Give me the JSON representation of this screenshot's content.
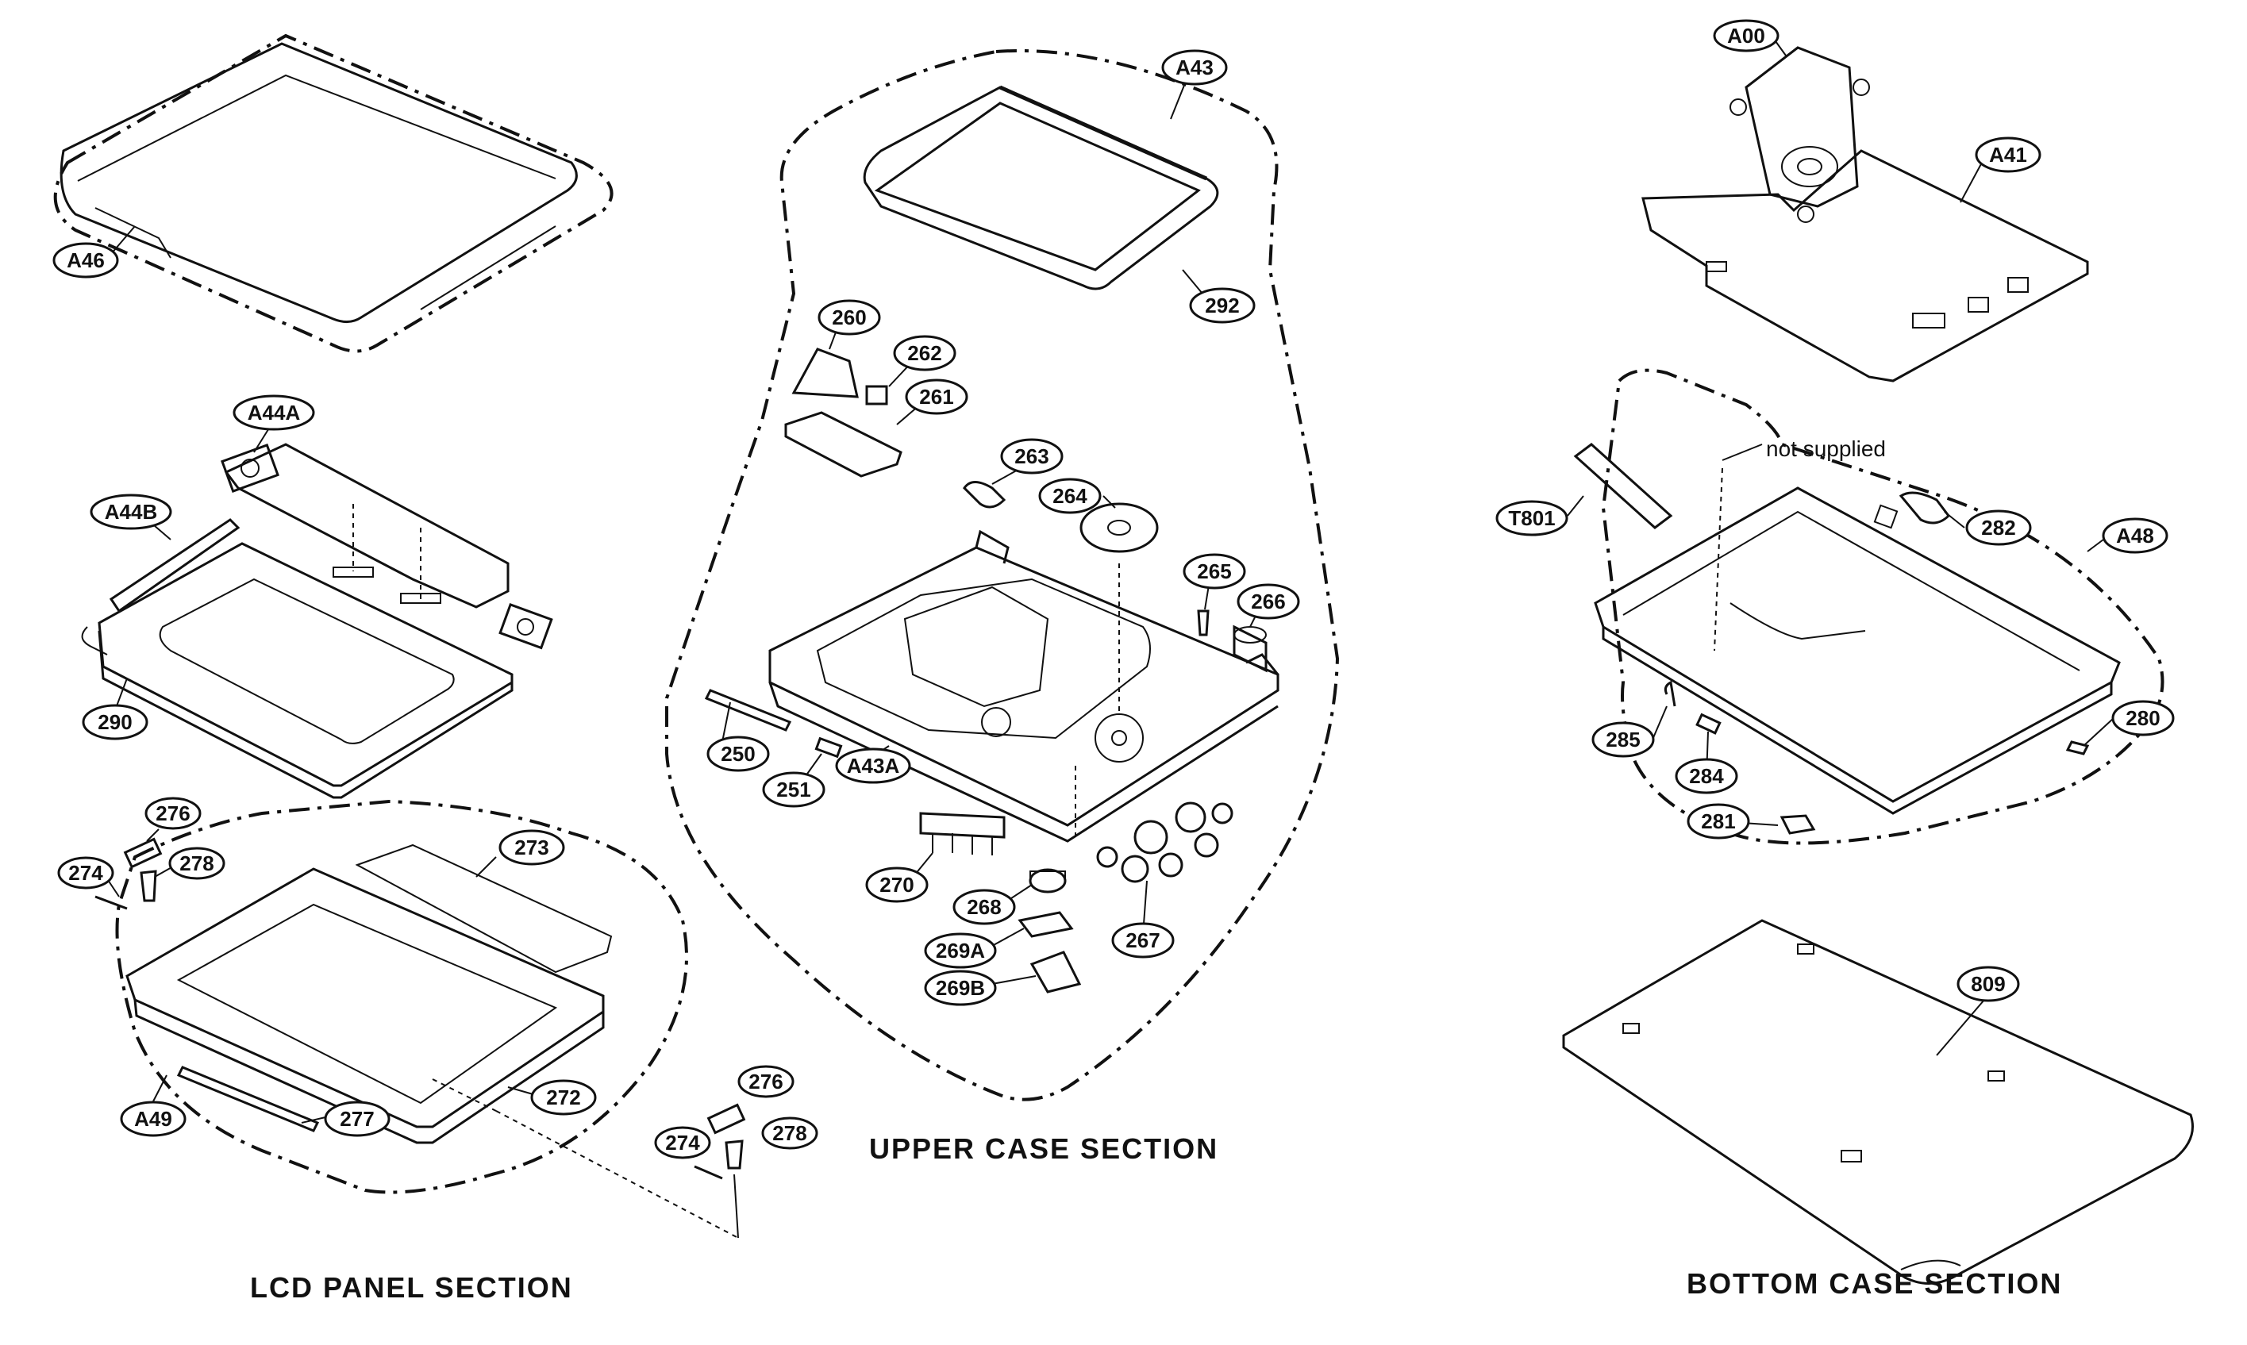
{
  "sections": {
    "lcd_panel": "LCD PANEL SECTION",
    "upper_case": "UPPER CASE SECTION",
    "bottom_case": "BOTTOM CASE SECTION"
  },
  "note": "not supplied",
  "callouts": {
    "A46": "A46",
    "A44A": "A44A",
    "A44B": "A44B",
    "290": "290",
    "276a": "276",
    "274a": "274",
    "278a": "278",
    "273": "273",
    "272": "272",
    "A49": "A49",
    "277": "277",
    "276b": "276",
    "274b": "274",
    "278b": "278",
    "A43": "A43",
    "292": "292",
    "260": "260",
    "262": "262",
    "261": "261",
    "263": "263",
    "264": "264",
    "265": "265",
    "266": "266",
    "250": "250",
    "251": "251",
    "A43A": "A43A",
    "270": "270",
    "268": "268",
    "267": "267",
    "269A": "269A",
    "269B": "269B",
    "A00": "A00",
    "A41": "A41",
    "T801": "T801",
    "282": "282",
    "A48": "A48",
    "285": "285",
    "284": "284",
    "280": "280",
    "281": "281",
    "809": "809"
  }
}
